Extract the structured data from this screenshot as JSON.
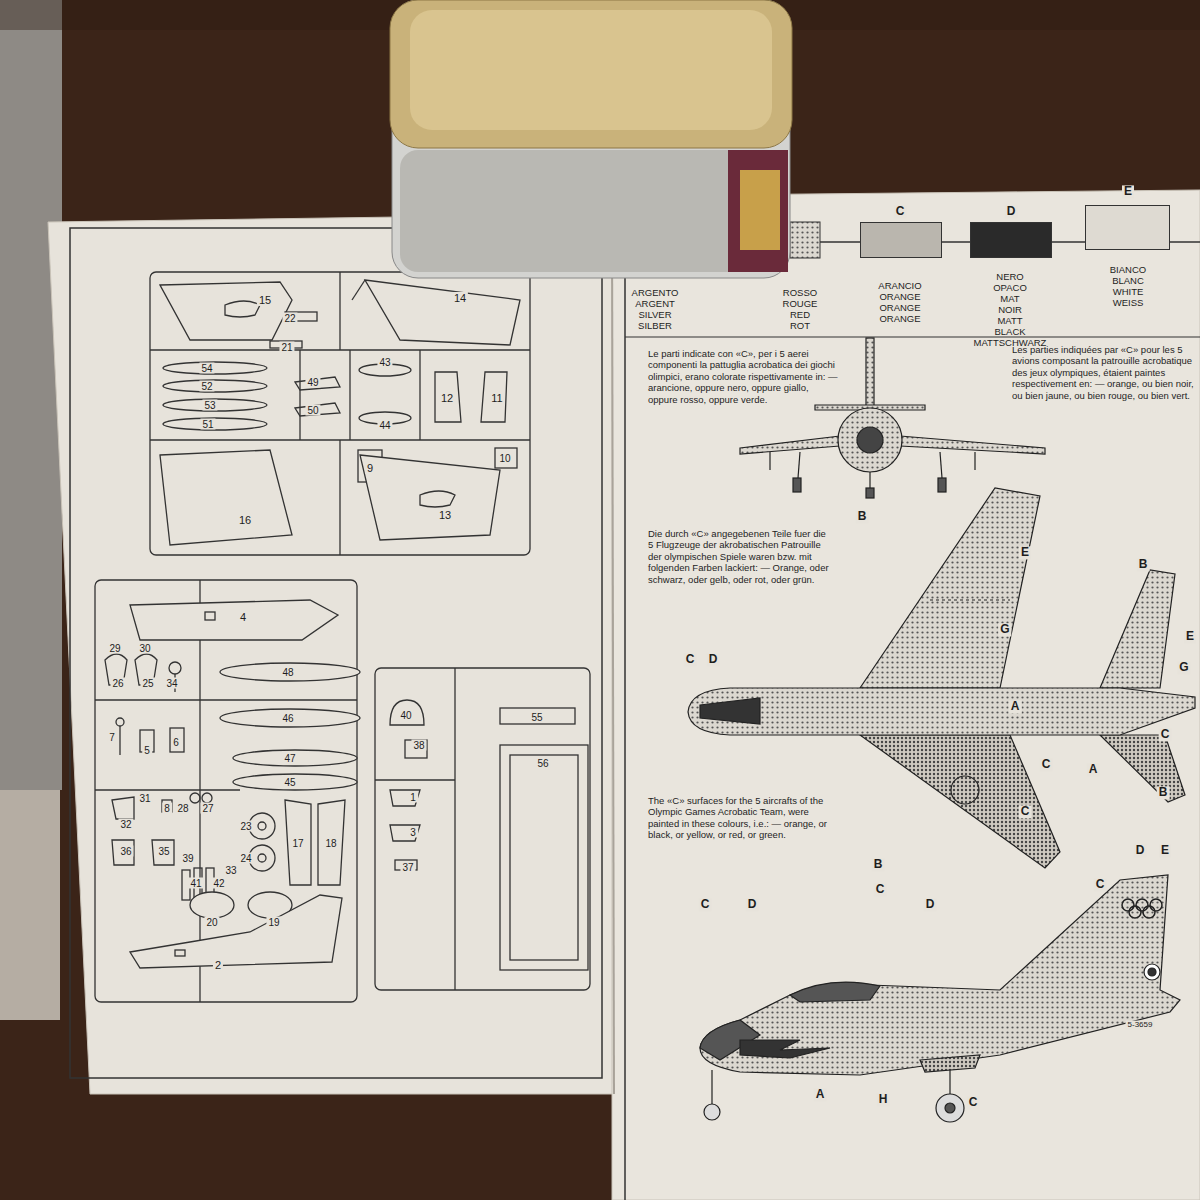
{
  "diagram": {
    "labels": [
      "C",
      "D",
      "E",
      "15",
      "14",
      "22",
      "21",
      "54",
      "43",
      "52",
      "49",
      "53",
      "50",
      "51",
      "44",
      "12",
      "11",
      "9",
      "10",
      "16",
      "13",
      "4",
      "29",
      "30",
      "26",
      "25",
      "34",
      "48",
      "7",
      "5",
      "6",
      "46",
      "47",
      "45",
      "31",
      "32",
      "8",
      "28",
      "27",
      "36",
      "35",
      "39",
      "33",
      "41",
      "42",
      "23",
      "24",
      "17",
      "18",
      "20",
      "19",
      "2",
      "40",
      "55",
      "38",
      "56",
      "1",
      "3",
      "37",
      "Le parti indicate con «C», per i 5 aerei componenti la pattuglia acrobatica dei giochi olimpici, erano colorate rispettivamente in: — arancione, oppure nero, oppure giallo, oppure rosso, oppure verde.",
      "Les parties indiquées par «C» pour les 5 avions composant la patrouille acrobatique des jeux olympiques, étaient paintes respectivement en: — orange, ou bien noir, ou bien jaune, ou bien rouge, ou bien vert.",
      "Die durch «C» angegebenen Teile fuer die 5 Flugzeuge der akrobatischen Patrouille der olympischen Spiele waren bzw. mit folgenden Farben lackiert: — Orange, oder schwarz, oder gelb, oder rot, oder grün.",
      "The «C» surfaces for the 5 aircrafts of the Olympic Games Acrobatic Team, were painted in these colours, i.e.: — orange, or black, or yellow, or red, or green.",
      "C",
      "D",
      "B",
      "E",
      "G",
      "A",
      "C",
      "C",
      "B",
      "B",
      "E",
      "G",
      "C",
      "A",
      "B",
      "C",
      "D",
      "C",
      "D",
      "D",
      "E",
      "C",
      "A",
      "H",
      "C",
      "5-3659"
    ],
    "legend": [
      {
        "text": "ARGENTO ARGENT SILVER SILBER"
      },
      {
        "text": "ROSSO ROUGE RED ROT"
      },
      {
        "text": "ARANCIO ORANGE ORANGE ORANGE",
        "color": "#bab6ae"
      },
      {
        "text": "NERO OPACO MAT NOIR MATT BLACK MATTSCHWARZ",
        "color": "#2a2a2a"
      },
      {
        "text": "BIANCO BLANC WHITE WEISS",
        "color": "#dedad2"
      }
    ]
  }
}
